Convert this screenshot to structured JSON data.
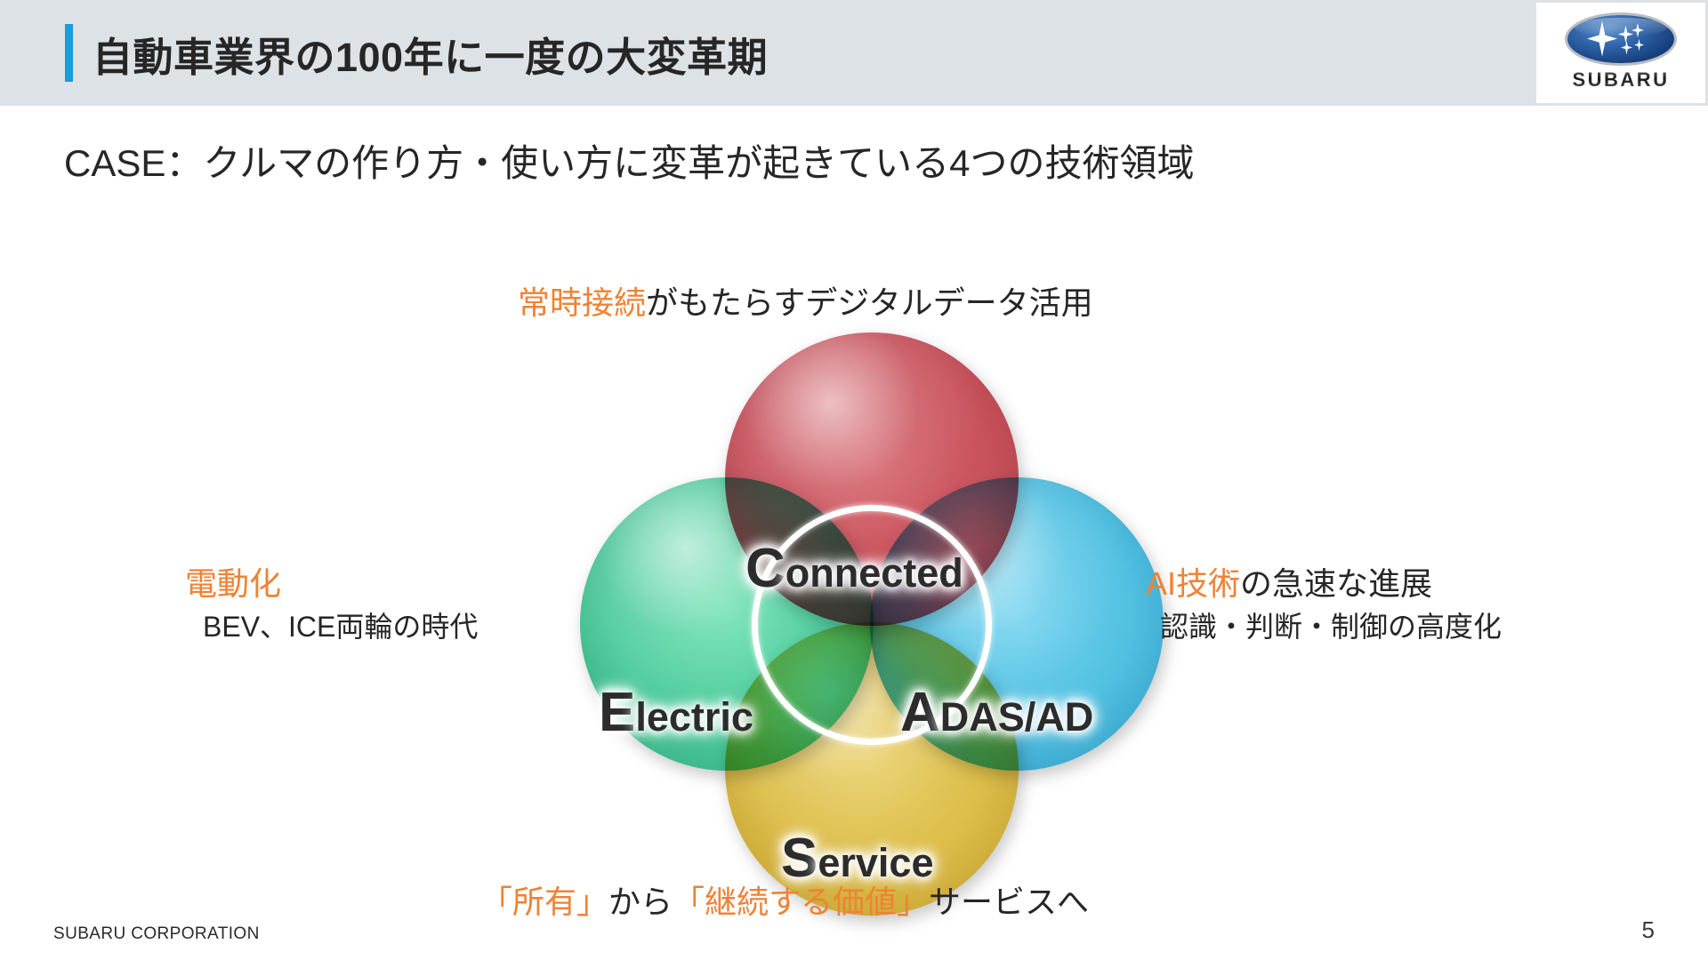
{
  "header": {
    "title": "自動車業界の100年に一度の大変革期",
    "accent_color": "#1b9bd8",
    "band_color": "#dde2e6",
    "logo": {
      "name": "subaru-logo",
      "wordmark": "SUBARU"
    }
  },
  "subheadline": "CASE：クルマの作り方・使い方に変革が起きている4つの技術領域",
  "diagram": {
    "type": "venn-four-circle",
    "bubbles": [
      {
        "key": "connected",
        "cap": "C",
        "rest": "onnected",
        "color": "#c9535d",
        "position": "top"
      },
      {
        "key": "electric",
        "cap": "E",
        "rest": "lectric",
        "color": "#4fcc9e",
        "position": "left"
      },
      {
        "key": "adas_ad",
        "cap": "A",
        "rest": "DAS/AD",
        "color": "#52c1e2",
        "position": "right"
      },
      {
        "key": "service",
        "cap": "S",
        "rest": "ervice",
        "color": "#ddbe4a",
        "position": "bottom"
      }
    ],
    "center_ring_color": "#ffffff"
  },
  "callouts": {
    "highlight_color": "#ef8235",
    "top": {
      "highlight": "常時接続",
      "rest": "がもたらすデジタルデータ活用"
    },
    "left": {
      "highlight": "電動化",
      "detail": "BEV、ICE両輪の時代"
    },
    "right": {
      "highlight": "AI技術",
      "rest": "の急速な進展",
      "detail": "認識・判断・制御の高度化"
    },
    "bottom": {
      "part1": "「所有」",
      "part2": "から",
      "part3": "「継続する価値」",
      "part4": "サービスへ"
    }
  },
  "footer": {
    "company": "SUBARU CORPORATION",
    "page_number": "5"
  }
}
